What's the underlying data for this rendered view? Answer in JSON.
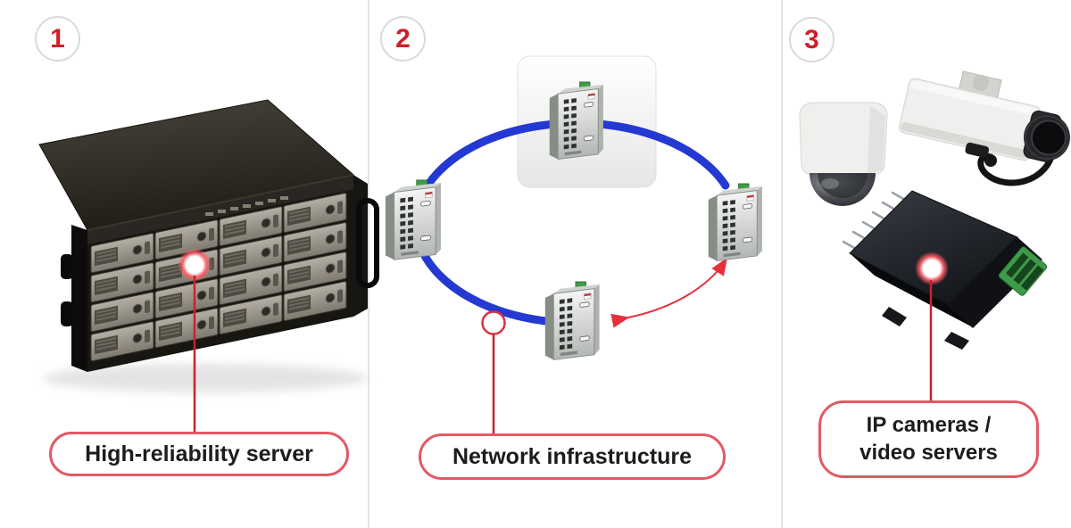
{
  "steps": [
    {
      "number": "1",
      "label": "High-reliability server",
      "illustration": "rack-server-illustration"
    },
    {
      "number": "2",
      "label": "Network infrastructure",
      "illustration": "switch-ring-illustration"
    },
    {
      "number": "3",
      "label_line1": "IP cameras /",
      "label_line2": "video servers",
      "illustration": "cameras-video-servers-illustration"
    }
  ],
  "colors": {
    "accent_red": "#ce2029",
    "pill_border": "#e25966",
    "callout_line": "#c6232f",
    "ring_blue": "#2438d2",
    "arrow_red": "#e5303c",
    "divider_gray": "#e4e4e4",
    "badge_border": "#d7dbda"
  }
}
